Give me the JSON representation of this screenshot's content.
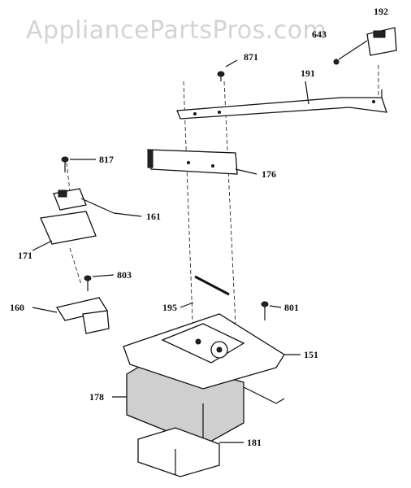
{
  "watermark": "AppliancePartsPros.com",
  "callouts": {
    "p192": "192",
    "p643": "643",
    "p871": "871",
    "p191": "191",
    "p817": "817",
    "p176a": "176",
    "p161": "161",
    "p171": "171",
    "p803": "803",
    "p160": "160",
    "p195": "195",
    "p801": "801",
    "p151": "151",
    "p178": "178",
    "p181": "181"
  }
}
